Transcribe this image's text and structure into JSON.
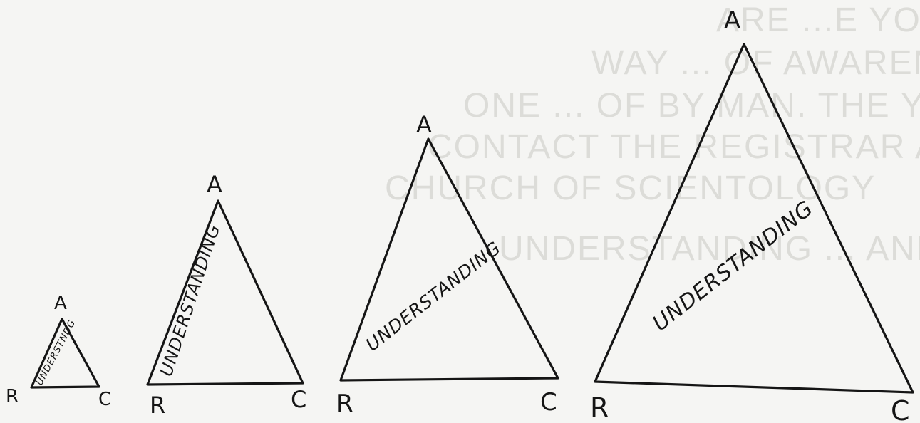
{
  "background_text": [
    "ARE ...E YOU THE REST OF THE",
    "WAY ... OF AWARENESS AND ... TO",
    "ONE ... OF BY MAN. THE YOUR NEXT STEP NOW",
    "CONTACT THE REGISTRAR AT YOUR",
    "CHURCH OF SCIENTOLOGY",
    "UNDERSTANDING  ... AND ..."
  ],
  "triangles": [
    {
      "top_label": "A",
      "left_label": "R",
      "right_label": "C",
      "inside_text": "UNDERSTNDG"
    },
    {
      "top_label": "A",
      "left_label": "R",
      "right_label": "C",
      "inside_text": "UNDERSTANDING"
    },
    {
      "top_label": "A",
      "left_label": "R",
      "right_label": "C",
      "inside_text": "UNDERSTANDING"
    },
    {
      "top_label": "A",
      "left_label": "R",
      "right_label": "C",
      "inside_text": "UNDERSTANDING"
    }
  ],
  "colors": {
    "paper": "#f5f5f3",
    "ink": "#151515",
    "ghost_text": "#dcdcd8"
  }
}
